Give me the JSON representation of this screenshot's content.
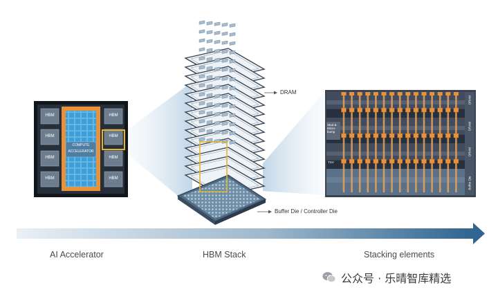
{
  "labels": {
    "dram": "DRAM",
    "buffer_die": "Buffer Die / Controller Die",
    "compute_line1": "COMPUTE",
    "compute_line2": "ACCELERATOR",
    "hbm": "HBM"
  },
  "chip_side_labels": {
    "dram": "DRAM",
    "stud": "Stud & Micro-bump",
    "tsv": "TSV",
    "buffer": "Buffer Die"
  },
  "captions": {
    "accelerator": "AI Accelerator",
    "stack": "HBM Stack",
    "elements": "Stacking elements"
  },
  "watermark": {
    "text": "公众号 · 乐晴智库精选"
  },
  "colors": {
    "dark_navy": "#2a3240",
    "hbm_gray": "#6e7d8e",
    "compute_blue": "#3e9ed8",
    "accent_orange": "#e8933a",
    "highlight_yellow": "#e2b534",
    "arrow_blue": "#3f6f95"
  }
}
